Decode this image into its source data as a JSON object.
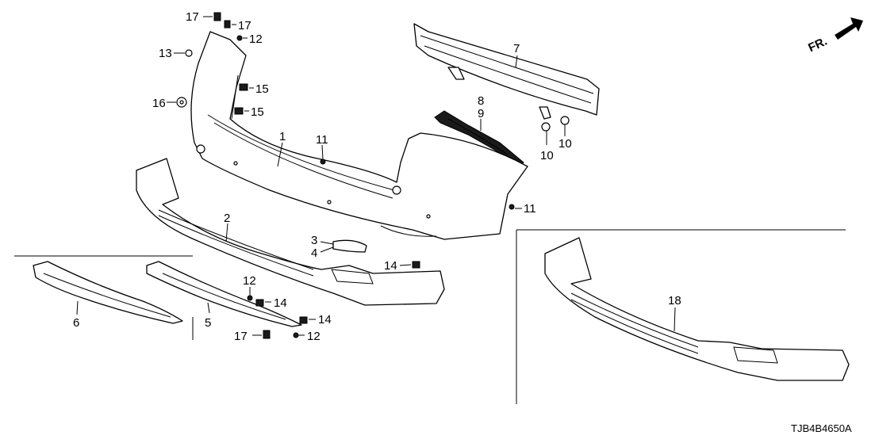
{
  "diagram_code": "TJB4B4650A",
  "direction_label": "FR.",
  "callouts": {
    "c1": "1",
    "c2": "2",
    "c3": "3",
    "c4": "4",
    "c5": "5",
    "c6": "6",
    "c7": "7",
    "c8": "8",
    "c9": "9",
    "c10a": "10",
    "c10b": "10",
    "c11a": "11",
    "c11b": "11",
    "c12a": "12",
    "c12b": "12",
    "c12c": "12",
    "c13": "13",
    "c14a": "14",
    "c14b": "14",
    "c14c": "14",
    "c15a": "15",
    "c15b": "15",
    "c16": "16",
    "c17a": "17",
    "c17b": "17",
    "c17c": "17",
    "c18": "18"
  }
}
